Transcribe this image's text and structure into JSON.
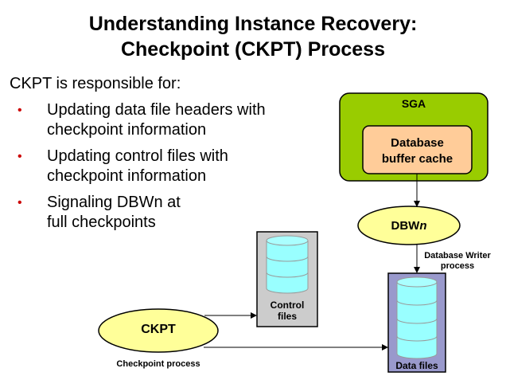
{
  "title": {
    "line1": "Understanding Instance Recovery:",
    "line2": "Checkpoint (CKPT) Process"
  },
  "intro": "CKPT is responsible for:",
  "bullets": [
    {
      "line1": "Updating data file headers with",
      "line2": "checkpoint information"
    },
    {
      "line1": "Updating control files with",
      "line2": "checkpoint information"
    },
    {
      "line1": "Signaling  DBWn at",
      "line2": "full checkpoints"
    }
  ],
  "diagram": {
    "sga_label": "SGA",
    "cache_line1": "Database",
    "cache_line2": "buffer cache",
    "dbwn_base": "DBW",
    "dbwn_italic": "n",
    "dbw_process_line1": "Database Writer",
    "dbw_process_line2": "process",
    "control_line1": "Control",
    "control_line2": "files",
    "data_files": "Data files",
    "ckpt": "CKPT",
    "ckpt_process": "Checkpoint process"
  },
  "colors": {
    "sga_fill": "#99cc00",
    "cache_fill": "#ffcc99",
    "ellipse_fill": "#ffff99",
    "cylinder_fill": "#99ffff",
    "control_box_fill": "#cccccc",
    "data_box_fill": "#9999cc",
    "bullet": "#cc0000"
  }
}
